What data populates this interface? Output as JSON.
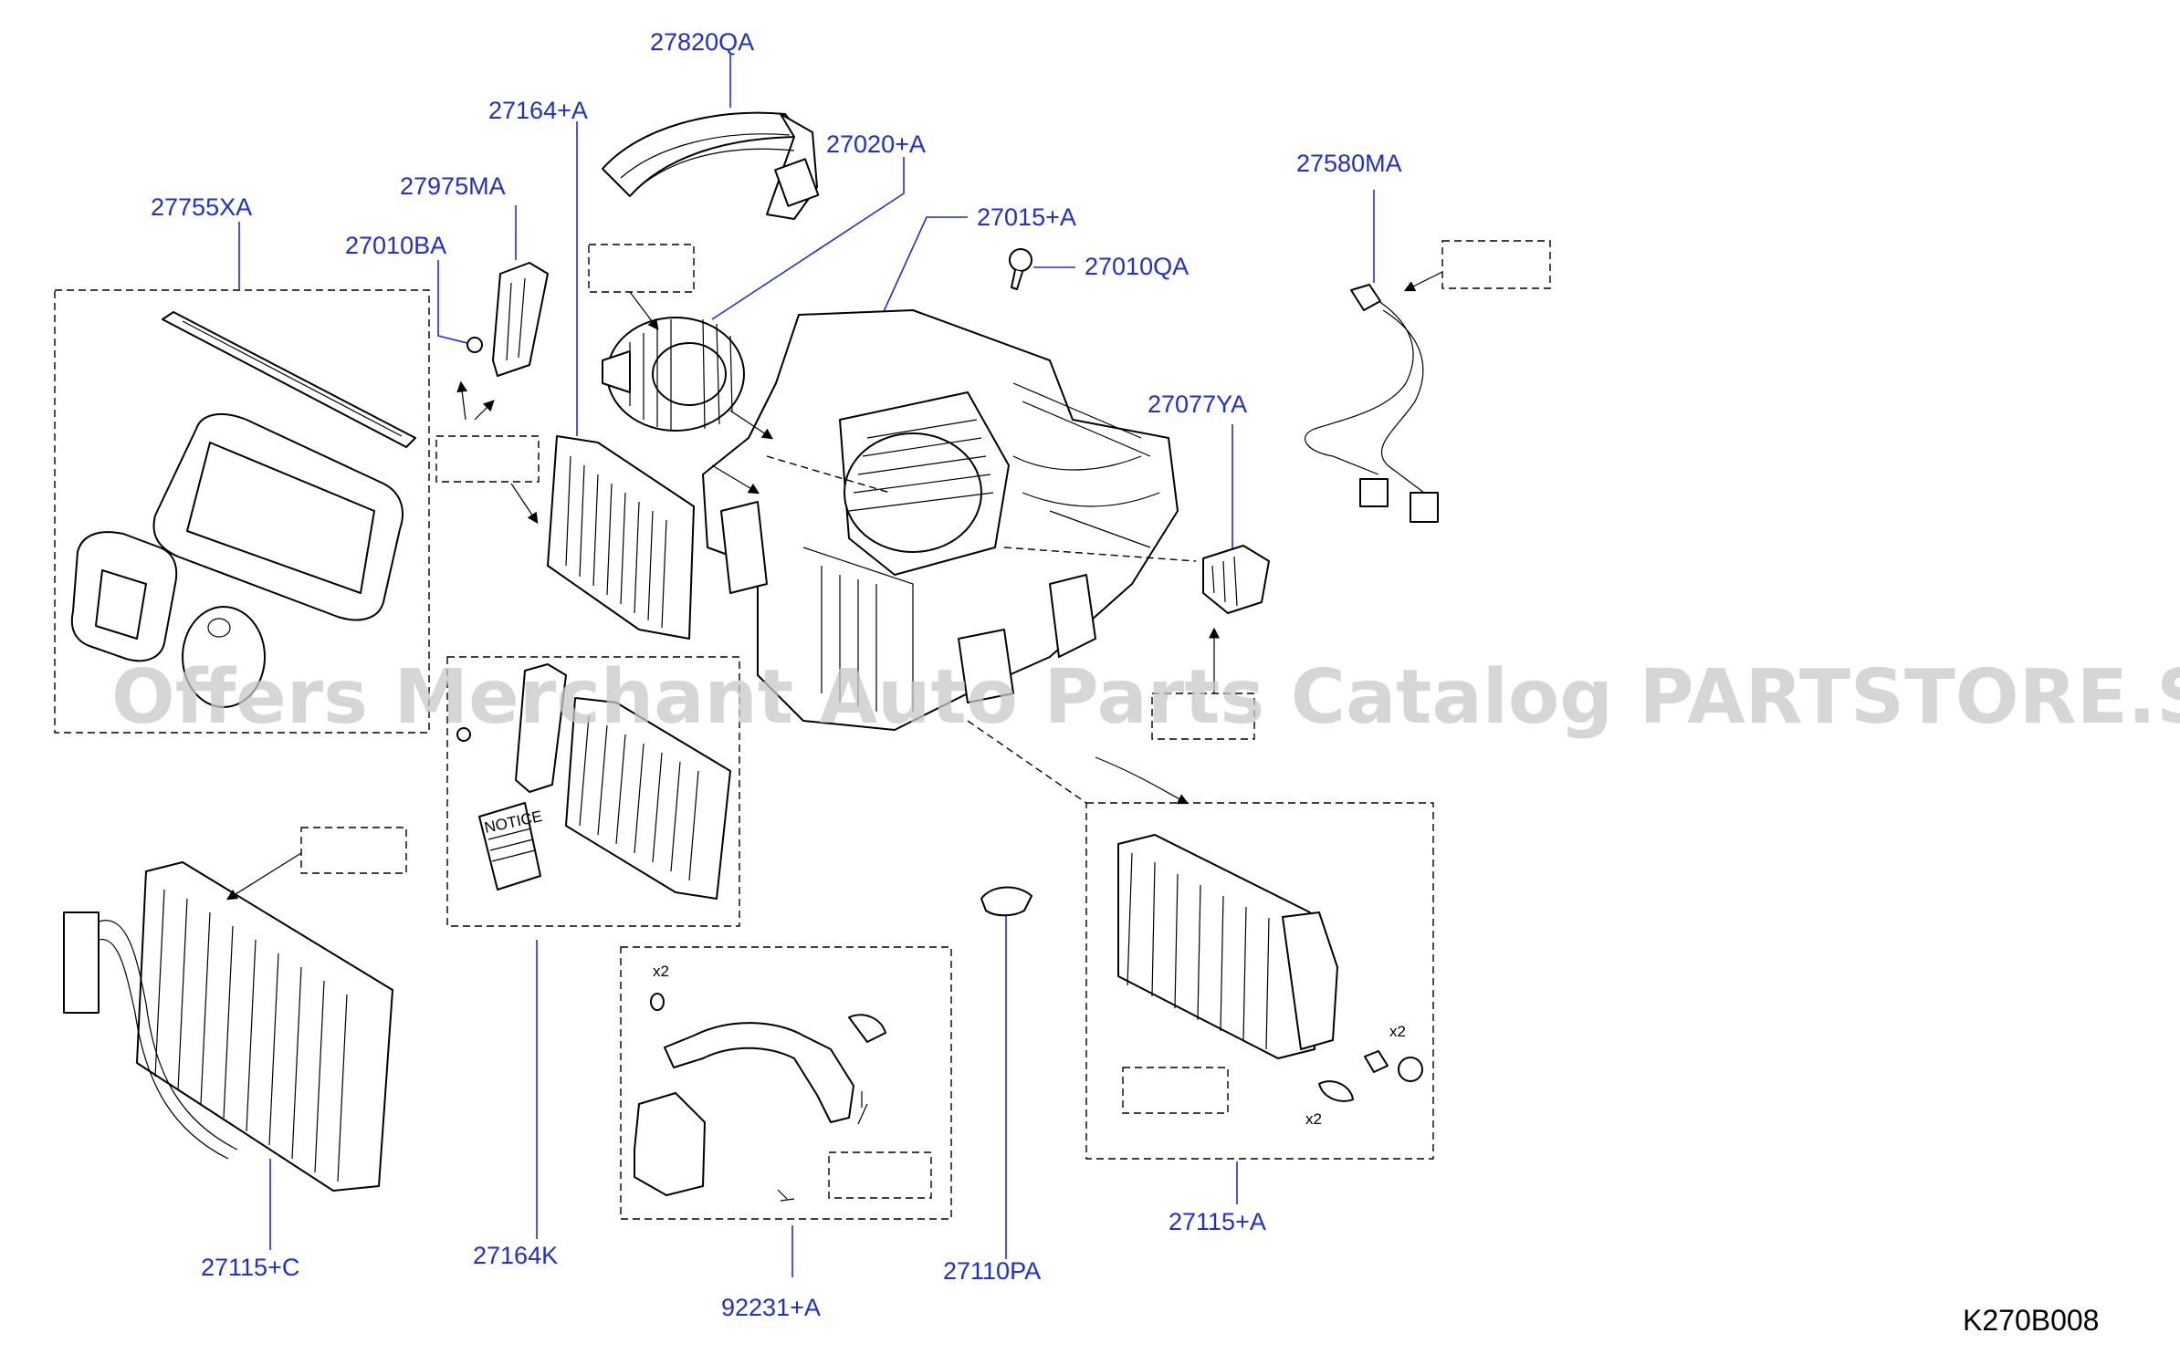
{
  "diagram": {
    "code": "K270B008",
    "watermark": "Offers Merchant Auto Parts Catalog PARTSTORE.SA",
    "notice_text": "NOTICE",
    "qty_label": "x2",
    "labels": {
      "p27820QA": "27820QA",
      "p27164A_top": "27164+A",
      "p27020A": "27020+A",
      "p27975MA": "27975MA",
      "p27755XA": "27755XA",
      "p27010BA": "27010BA",
      "p27015A": "27015+A",
      "p27010QA": "27010QA",
      "p27580MA": "27580MA",
      "p27077YA": "27077YA",
      "p27115C": "27115+C",
      "p27164K": "27164K",
      "p92231A": "92231+A",
      "p27110PA": "27110PA",
      "p27115A": "27115+A"
    }
  }
}
